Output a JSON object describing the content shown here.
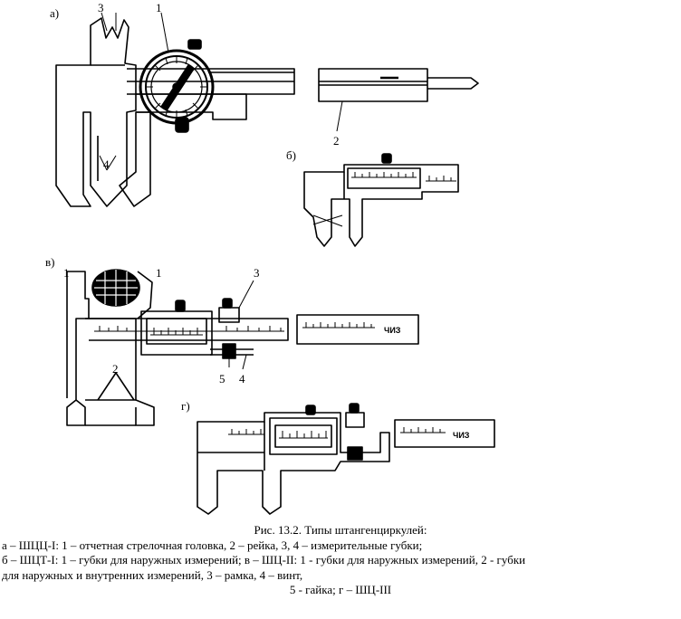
{
  "figure": {
    "panels": {
      "a": "а)",
      "b": "б)",
      "v": "в)",
      "g": "г)"
    },
    "callouts": {
      "a_1": "1",
      "a_2": "2",
      "a_3": "3",
      "a_4": "4",
      "v_1_left": "1",
      "v_1_right": "1",
      "v_2": "2",
      "v_3": "3",
      "v_4": "4",
      "v_5": "5"
    },
    "scale_marks": {
      "v_mark": "ЧИЗ",
      "g_mark": "ЧИЗ"
    }
  },
  "caption": {
    "title": "Рис. 13.2. Типы штангенциркулей:",
    "line1": "а – ШЦЦ-I: 1 – отчетная стрелочная головка, 2 – рейка, 3, 4 – измерительные губки;",
    "line2": "б – ШЦТ-I: 1 – губки для наружных измерений; в – ШЦ-II: 1 - губки для наружных измерений, 2 - губки",
    "line3": "для наружных и внутренних измерений, 3 – рамка, 4 – винт,",
    "line4": "5 - гайка; г – ШЦ-III"
  }
}
